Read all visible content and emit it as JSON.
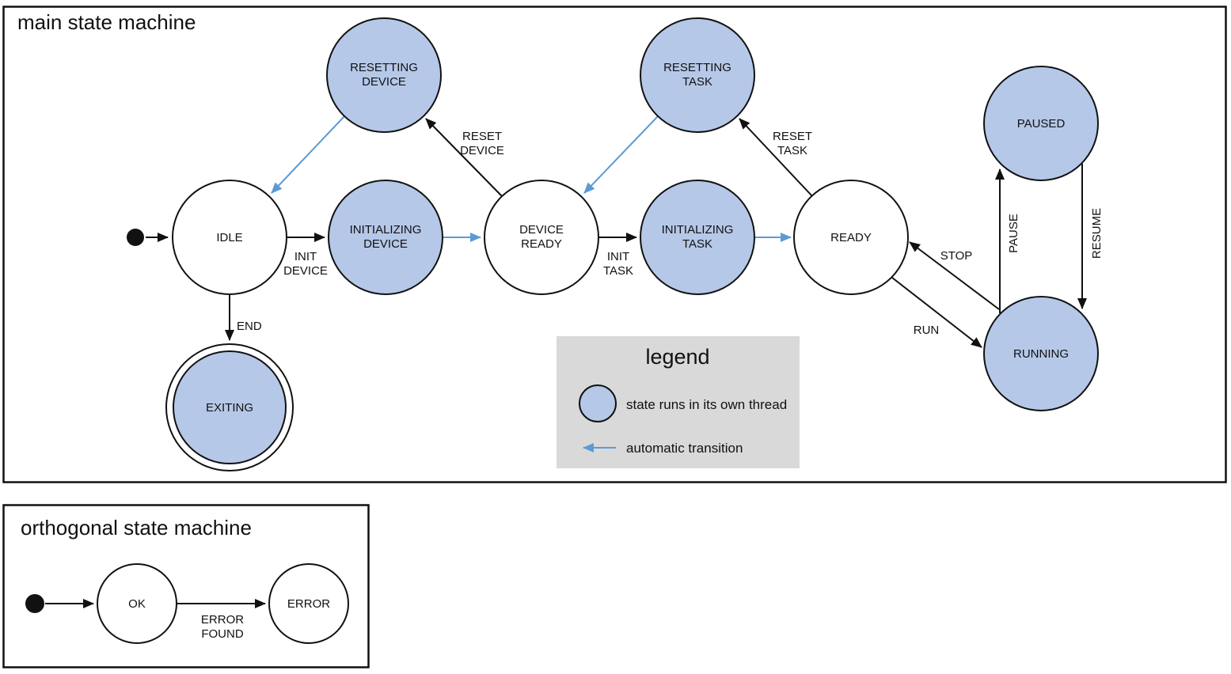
{
  "colors": {
    "state_fill": "#b5c8e8",
    "auto_arrow": "#5b9bd5",
    "legend_bg": "#d9d9d9",
    "line": "#111111"
  },
  "main": {
    "title": "main state machine",
    "states": {
      "idle": {
        "label": "IDLE"
      },
      "initializing_device": {
        "lines": [
          "INITIALIZING",
          "DEVICE"
        ]
      },
      "device_ready": {
        "lines": [
          "DEVICE",
          "READY"
        ]
      },
      "initializing_task": {
        "lines": [
          "INITIALIZING",
          "TASK"
        ]
      },
      "ready": {
        "label": "READY"
      },
      "resetting_device": {
        "lines": [
          "RESETTING",
          "DEVICE"
        ]
      },
      "resetting_task": {
        "lines": [
          "RESETTING",
          "TASK"
        ]
      },
      "paused": {
        "label": "PAUSED"
      },
      "running": {
        "label": "RUNNING"
      },
      "exiting": {
        "label": "EXITING"
      }
    },
    "transitions": {
      "init_device": {
        "lines": [
          "INIT",
          "DEVICE"
        ]
      },
      "init_task": {
        "lines": [
          "INIT",
          "TASK"
        ]
      },
      "reset_device": {
        "lines": [
          "RESET",
          "DEVICE"
        ]
      },
      "reset_task": {
        "lines": [
          "RESET",
          "TASK"
        ]
      },
      "run": {
        "label": "RUN"
      },
      "stop": {
        "label": "STOP"
      },
      "pause": {
        "label": "PAUSE"
      },
      "resume": {
        "label": "RESUME"
      },
      "end": {
        "label": "END"
      }
    },
    "legend": {
      "title": "legend",
      "thread_item": "state runs in its own thread",
      "auto_item": "automatic transition"
    }
  },
  "orthogonal": {
    "title": "orthogonal state machine",
    "states": {
      "ok": {
        "label": "OK"
      },
      "error": {
        "label": "ERROR"
      }
    },
    "transitions": {
      "error_found": {
        "lines": [
          "ERROR",
          "FOUND"
        ]
      }
    }
  }
}
